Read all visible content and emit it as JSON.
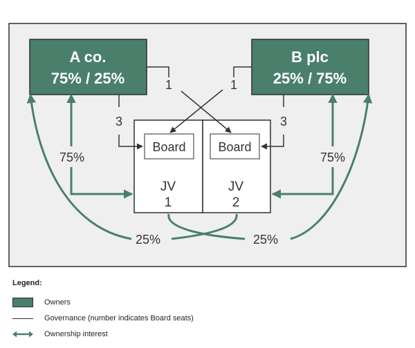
{
  "owners": {
    "a": {
      "name": "A co.",
      "split": "75% / 25%"
    },
    "b": {
      "name": "B plc",
      "split": "25% / 75%"
    }
  },
  "jvs": [
    {
      "board_label": "Board",
      "name": "JV",
      "number": "1"
    },
    {
      "board_label": "Board",
      "name": "JV",
      "number": "2"
    }
  ],
  "governance": {
    "a_to_jv1_seats": "3",
    "a_to_jv2_seats": "1",
    "b_to_jv1_seats": "1",
    "b_to_jv2_seats": "3"
  },
  "ownership": {
    "a_jv1": "75%",
    "b_jv2": "75%",
    "a_jv2": "25%",
    "b_jv1": "25%"
  },
  "legend": {
    "title": "Legend:",
    "owners": "Owners",
    "governance": "Governance (number indicates Board seats)",
    "ownership": "Ownership interest"
  },
  "colors": {
    "owner_fill": "#4a7f6b",
    "ownership_arrow": "#4a7f6b",
    "governance_line": "#333333",
    "panel_bg": "#efefef"
  }
}
